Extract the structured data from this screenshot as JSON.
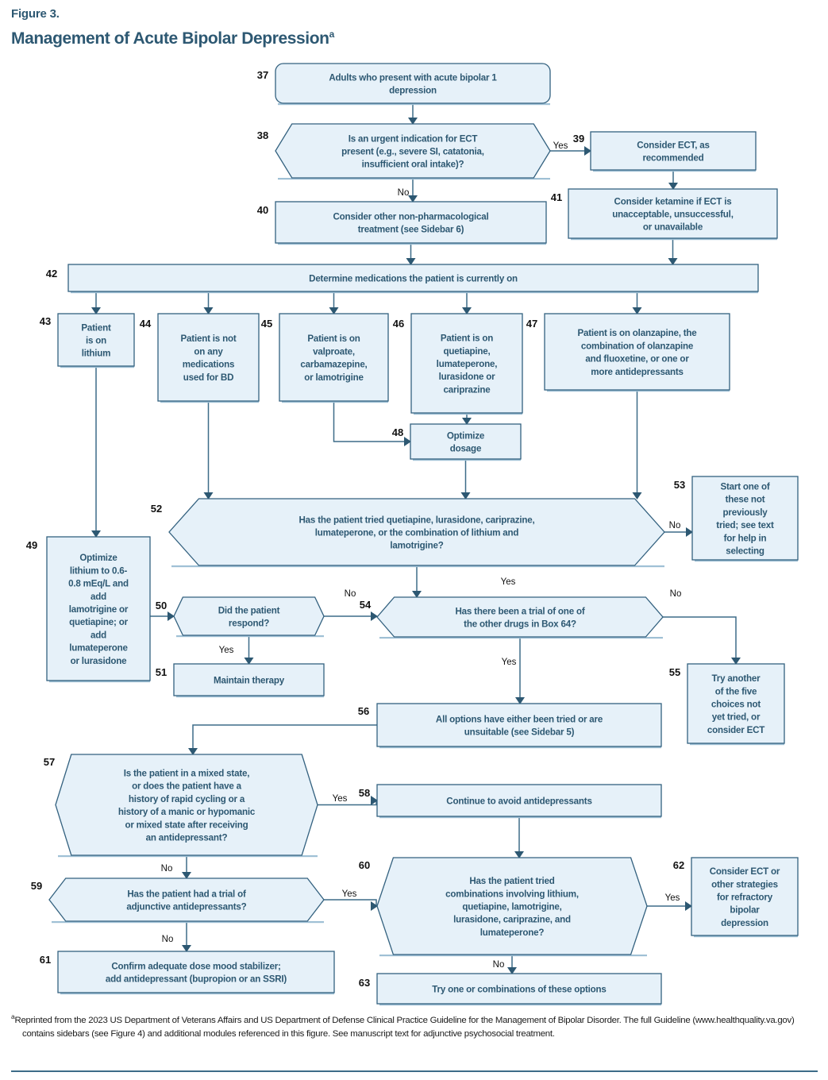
{
  "header": {
    "figure_number": "Figure 3.",
    "title": "Management of Acute Bipolar Depression",
    "title_superscript": "a"
  },
  "footnote": {
    "marker": "a",
    "text": "Reprinted from the 2023 US Department of Veterans Affairs and US Department of Defense Clinical Practice Guideline for the Management of Bipolar Disorder. The full Guideline (www.healthquality.va.gov) contains sidebars (see Figure 4) and additional modules referenced in this figure. See manuscript text for adjunctive psychosocial treatment."
  },
  "colors": {
    "node_fill": "#e6f1f9",
    "node_border": "#33617f",
    "text": "#2d5872",
    "connector": "#3d6c88",
    "number_label": "#111111"
  },
  "chart_data": {
    "type": "flowchart",
    "title": "Management of Acute Bipolar Depression",
    "nodes": [
      {
        "id": "37",
        "shape": "rounded-rect",
        "lines": [
          "Adults who present with acute bipolar 1",
          "depression"
        ]
      },
      {
        "id": "38",
        "shape": "hexagon",
        "lines": [
          "Is an urgent indication for ECT",
          "present (e.g., severe SI, catatonia,",
          "insufficient oral intake)?"
        ]
      },
      {
        "id": "39",
        "shape": "rect",
        "lines": [
          "Consider ECT, as",
          "recommended"
        ]
      },
      {
        "id": "40",
        "shape": "rect",
        "lines": [
          "Consider other non-pharmacological",
          "treatment (see Sidebar 6)"
        ]
      },
      {
        "id": "41",
        "shape": "rect",
        "lines": [
          "Consider ketamine if ECT is",
          "unacceptable, unsuccessful,",
          "or unavailable"
        ]
      },
      {
        "id": "42",
        "shape": "rect",
        "lines": [
          "Determine medications the patient is currently on"
        ]
      },
      {
        "id": "43",
        "shape": "rect",
        "lines": [
          "Patient",
          "is on",
          "lithium"
        ]
      },
      {
        "id": "44",
        "shape": "rect",
        "lines": [
          "Patient is not",
          "on any",
          "medications",
          "used for BD"
        ]
      },
      {
        "id": "45",
        "shape": "rect",
        "lines": [
          "Patient is on",
          "valproate,",
          "carbamazepine,",
          "or lamotrigine"
        ]
      },
      {
        "id": "46",
        "shape": "rect",
        "lines": [
          "Patient is on",
          "quetiapine,",
          "lumateperone,",
          "lurasidone or",
          "cariprazine"
        ]
      },
      {
        "id": "47",
        "shape": "rect",
        "lines": [
          "Patient is on olanzapine, the",
          "combination of olanzapine",
          "and fluoxetine, or one or",
          "more antidepressants"
        ]
      },
      {
        "id": "48",
        "shape": "rect",
        "lines": [
          "Optimize",
          "dosage"
        ]
      },
      {
        "id": "49",
        "shape": "rect",
        "lines": [
          "Optimize",
          "lithium to 0.6-",
          "0.8 mEq/L and",
          "add",
          "lamotrigine or",
          "quetiapine; or",
          "add",
          "lumateperone",
          "or lurasidone"
        ]
      },
      {
        "id": "50",
        "shape": "hexagon",
        "lines": [
          "Did the patient",
          "respond?"
        ]
      },
      {
        "id": "51",
        "shape": "rect",
        "lines": [
          "Maintain therapy"
        ]
      },
      {
        "id": "52",
        "shape": "hexagon",
        "lines": [
          "Has the patient tried quetiapine, lurasidone, cariprazine,",
          "lumateperone, or the combination of lithium and",
          "lamotrigine?"
        ]
      },
      {
        "id": "53",
        "shape": "rect",
        "lines": [
          "Start one of",
          "these not",
          "previously",
          "tried; see text",
          "for help in",
          "selecting"
        ]
      },
      {
        "id": "54",
        "shape": "hexagon",
        "lines": [
          "Has there been a trial of one of",
          "the other drugs in Box 64?"
        ]
      },
      {
        "id": "55",
        "shape": "rect",
        "lines": [
          "Try another",
          "of the five",
          "choices not",
          "yet tried, or",
          "consider ECT"
        ]
      },
      {
        "id": "56",
        "shape": "rect",
        "lines": [
          "All options have either been tried or are",
          "unsuitable (see Sidebar 5)"
        ]
      },
      {
        "id": "57",
        "shape": "hexagon",
        "lines": [
          "Is the patient in a mixed state,",
          "or does the patient have a",
          "history of rapid cycling or a",
          "history of a manic or hypomanic",
          "or mixed state after receiving",
          "an antidepressant?"
        ]
      },
      {
        "id": "58",
        "shape": "rect",
        "lines": [
          "Continue to avoid antidepressants"
        ]
      },
      {
        "id": "59",
        "shape": "hexagon",
        "lines": [
          "Has the patient had a trial of",
          "adjunctive antidepressants?"
        ]
      },
      {
        "id": "60",
        "shape": "hexagon",
        "lines": [
          "Has the patient tried",
          "combinations involving lithium,",
          "quetiapine, lamotrigine,",
          "lurasidone, cariprazine, and",
          "lumateperone?"
        ]
      },
      {
        "id": "61",
        "shape": "rect",
        "lines": [
          "Confirm adequate dose mood stabilizer;",
          "add antidepressant (bupropion or an SSRI)"
        ]
      },
      {
        "id": "62",
        "shape": "rect",
        "lines": [
          "Consider ECT or",
          "other strategies",
          "for refractory",
          "bipolar",
          "depression"
        ]
      },
      {
        "id": "63",
        "shape": "rect",
        "lines": [
          "Try one or combinations of these options"
        ]
      }
    ],
    "edges": [
      {
        "from": "37",
        "to": "38",
        "label": ""
      },
      {
        "from": "38",
        "to": "39",
        "label": "Yes"
      },
      {
        "from": "38",
        "to": "40",
        "label": "No"
      },
      {
        "from": "39",
        "to": "41",
        "label": ""
      },
      {
        "from": "40",
        "to": "42",
        "label": ""
      },
      {
        "from": "41",
        "to": "42",
        "label": ""
      },
      {
        "from": "42",
        "to": "43",
        "label": ""
      },
      {
        "from": "42",
        "to": "44",
        "label": ""
      },
      {
        "from": "42",
        "to": "45",
        "label": ""
      },
      {
        "from": "42",
        "to": "46",
        "label": ""
      },
      {
        "from": "42",
        "to": "47",
        "label": ""
      },
      {
        "from": "45",
        "to": "48",
        "label": ""
      },
      {
        "from": "46",
        "to": "48",
        "label": ""
      },
      {
        "from": "43",
        "to": "49",
        "label": ""
      },
      {
        "from": "44",
        "to": "52",
        "label": ""
      },
      {
        "from": "48",
        "to": "52",
        "label": ""
      },
      {
        "from": "47",
        "to": "52",
        "label": ""
      },
      {
        "from": "52",
        "to": "53",
        "label": "No"
      },
      {
        "from": "52",
        "to": "54",
        "label": "Yes"
      },
      {
        "from": "49",
        "to": "50",
        "label": ""
      },
      {
        "from": "50",
        "to": "51",
        "label": "Yes"
      },
      {
        "from": "50",
        "to": "54",
        "label": "No"
      },
      {
        "from": "54",
        "to": "55",
        "label": "No"
      },
      {
        "from": "54",
        "to": "56",
        "label": "Yes"
      },
      {
        "from": "56",
        "to": "57",
        "label": ""
      },
      {
        "from": "57",
        "to": "58",
        "label": "Yes"
      },
      {
        "from": "57",
        "to": "59",
        "label": "No"
      },
      {
        "from": "58",
        "to": "60",
        "label": ""
      },
      {
        "from": "59",
        "to": "60",
        "label": "Yes"
      },
      {
        "from": "59",
        "to": "61",
        "label": "No"
      },
      {
        "from": "60",
        "to": "62",
        "label": "Yes"
      },
      {
        "from": "60",
        "to": "63",
        "label": "No"
      }
    ]
  }
}
